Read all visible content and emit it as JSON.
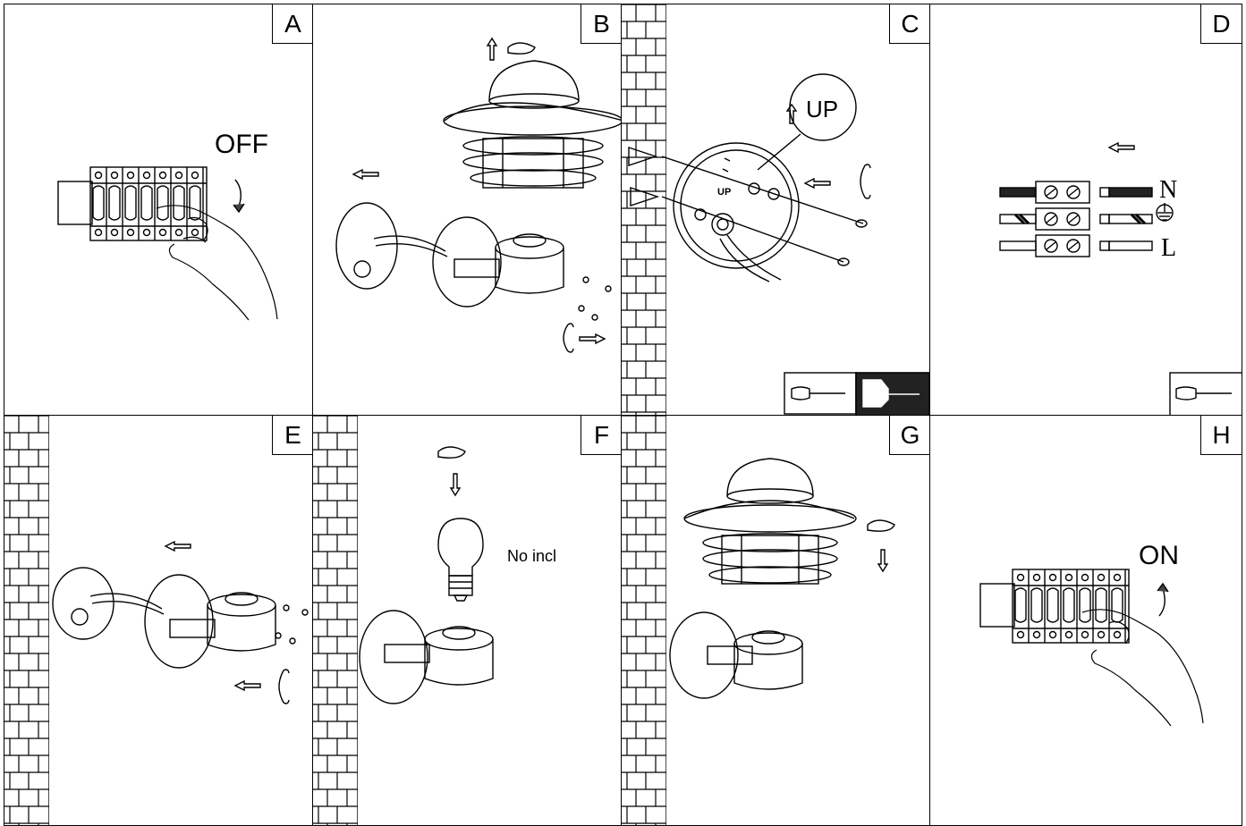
{
  "panels": [
    {
      "letter": "A"
    },
    {
      "letter": "B"
    },
    {
      "letter": "C"
    },
    {
      "letter": "D"
    },
    {
      "letter": "E"
    },
    {
      "letter": "F"
    },
    {
      "letter": "G"
    },
    {
      "letter": "H"
    }
  ],
  "labels": {
    "off": "OFF",
    "on": "ON",
    "up": "UP",
    "up_small": "UP",
    "no_incl": "No incl",
    "neutral": "N",
    "live": "L"
  },
  "icons": [
    "circuit-breaker-icon",
    "hand-icon",
    "rotate-arrow-icon",
    "wall-lamp-icon",
    "shade-icon",
    "screw-icon",
    "wall-plug-icon",
    "terminal-block-icon",
    "ground-symbol-icon",
    "screwdriver-icon",
    "drill-icon",
    "bulb-icon",
    "brick-wall-icon"
  ]
}
